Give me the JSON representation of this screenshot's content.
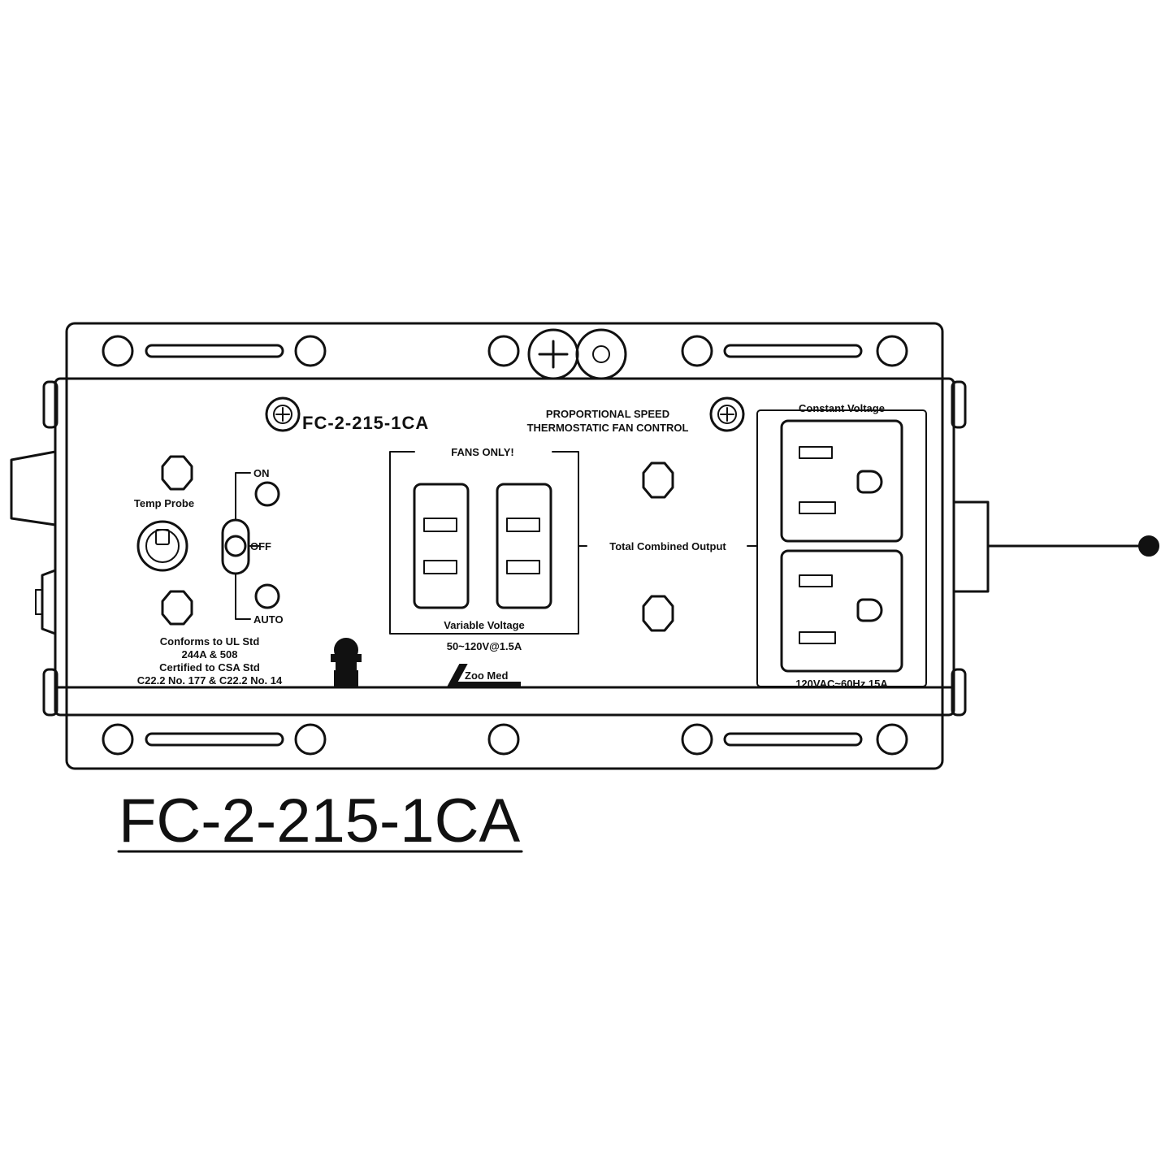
{
  "unit": {
    "model_label": "FC-2-215-1CA",
    "product_line_1": "PROPORTIONAL SPEED",
    "product_line_2": "THERMOSTATIC FAN CONTROL",
    "temp_probe_label": "Temp Probe",
    "switch_positions": {
      "on": "ON",
      "off": "OFF",
      "auto": "AUTO"
    },
    "cert_line_1": "Conforms to UL Std",
    "cert_line_2": "244A & 508",
    "cert_line_3": "Certified to CSA Std",
    "cert_line_4": "C22.2 No. 177 & C22.2 No. 14",
    "variable_group_label": "FANS ONLY!",
    "variable_voltage_label": "Variable Voltage",
    "variable_rating": "50~120V@1.5A",
    "combined_output_label": "Total Combined Output",
    "constant_voltage_label": "Constant Voltage",
    "constant_rating": "120VAC~60Hz 15A",
    "brand_label": "Zoo Med"
  },
  "caption": {
    "model": "FC-2-215-1CA"
  },
  "colors": {
    "ink": "#111111",
    "background": "#ffffff"
  }
}
